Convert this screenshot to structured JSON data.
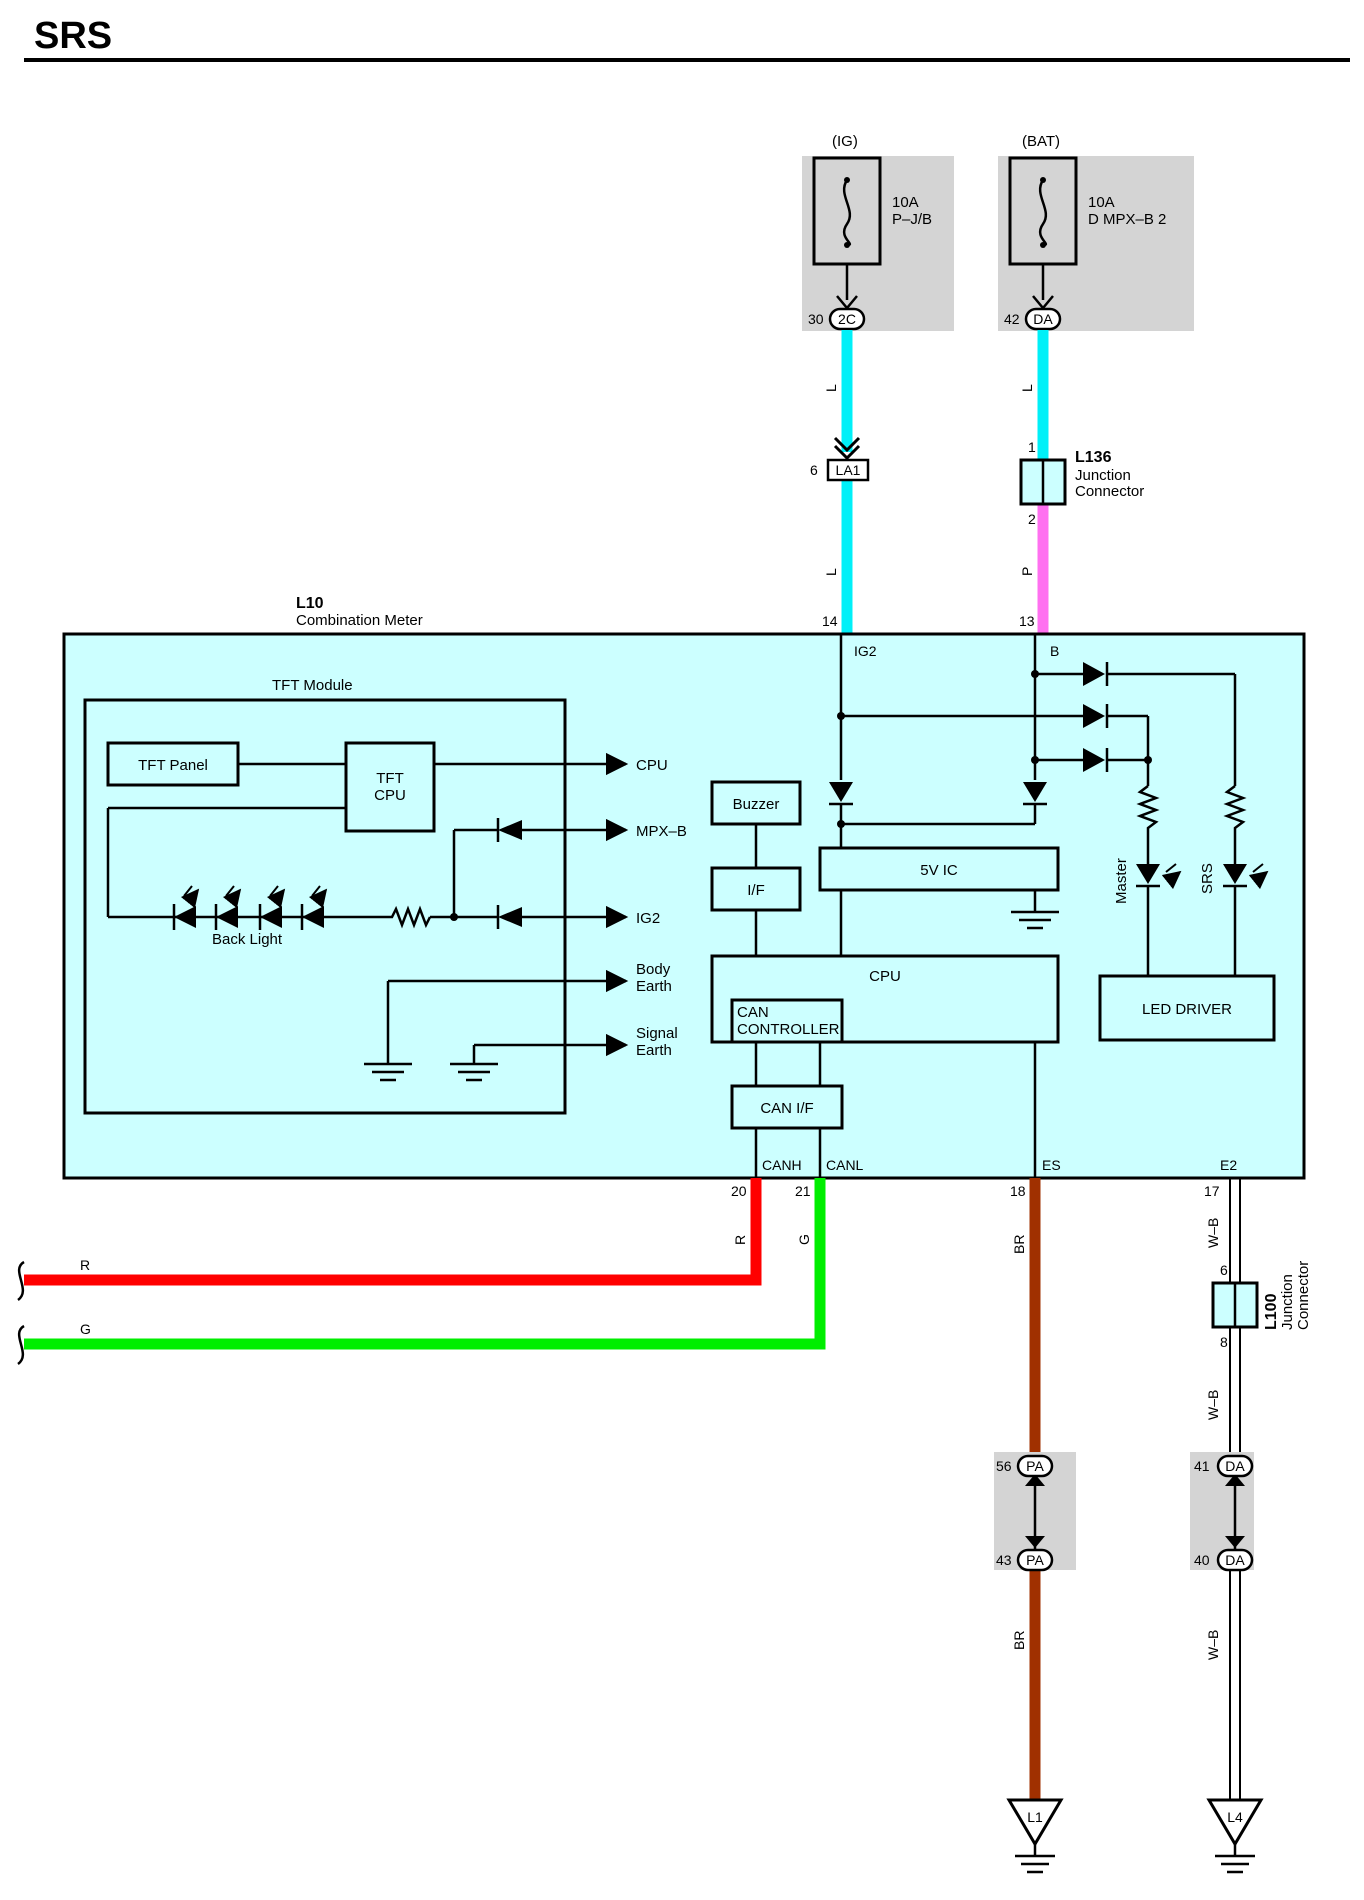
{
  "page": {
    "title": "SRS"
  },
  "sources": {
    "ig": {
      "label": "(IG)",
      "rating": "10A",
      "name": "P–J/B",
      "pin": "30",
      "connector": "2C"
    },
    "bat": {
      "label": "(BAT)",
      "rating": "10A",
      "name": "D MPX–B 2",
      "pin": "42",
      "connector": "DA"
    }
  },
  "connectors": {
    "la1": {
      "pin": "6",
      "code": "LA1"
    },
    "l136": {
      "code": "L136",
      "line1": "Junction",
      "line2": "Connector",
      "pin_top": "1",
      "pin_bottom": "2"
    },
    "l100": {
      "code": "L100",
      "line1": "Junction",
      "line2": "Connector",
      "pin_top": "6",
      "pin_bottom": "8"
    },
    "pa": {
      "pin_top": "56",
      "pin_bottom": "43",
      "code": "PA"
    },
    "da": {
      "pin_top": "41",
      "pin_bottom": "40",
      "code": "DA"
    }
  },
  "meter": {
    "code": "L10",
    "name": "Combination Meter",
    "pins": {
      "ig2": "14",
      "b": "13",
      "canh": "20",
      "canl": "21",
      "es": "18",
      "e2": "17"
    },
    "terminals": {
      "ig2": "IG2",
      "b": "B",
      "canh": "CANH",
      "canl": "CANL",
      "es": "ES",
      "e2": "E2"
    },
    "tft": {
      "title": "TFT Module",
      "panel": "TFT Panel",
      "cpu_line1": "TFT",
      "cpu_line2": "CPU",
      "back_light": "Back Light",
      "outputs": {
        "cpu": "CPU",
        "mpxb": "MPX–B",
        "ig2": "IG2",
        "body_line1": "Body",
        "body_line2": "Earth",
        "signal_line1": "Signal",
        "signal_line2": "Earth"
      }
    },
    "blocks": {
      "buzzer": "Buzzer",
      "if": "I/F",
      "ic5v": "5V IC",
      "cpu": "CPU",
      "can_line1": "CAN",
      "can_line2": "CONTROLLER",
      "can_if": "CAN I/F",
      "led_driver": "LED DRIVER",
      "master": "Master",
      "srs": "SRS"
    }
  },
  "wires": {
    "ig_upper": "L",
    "ig_lower": "L",
    "bat_upper": "L",
    "bat_lower": "P",
    "canh": "R",
    "canl": "G",
    "canh_out": "R",
    "canl_out": "G",
    "es_upper": "BR",
    "es_lower": "BR",
    "e2_upper": "W–B",
    "e2_mid": "W–B",
    "e2_lower": "W–B"
  },
  "grounds": {
    "es": "L1",
    "e2": "L4"
  },
  "colors": {
    "blue_wire": "#00f0f8",
    "pink_wire": "#ff70f0",
    "red_wire": "#ff0000",
    "green_wire": "#00ee00",
    "brown_wire": "#a03000",
    "meter_fill": "#ccffff",
    "source_fill": "#d4d4d4"
  }
}
